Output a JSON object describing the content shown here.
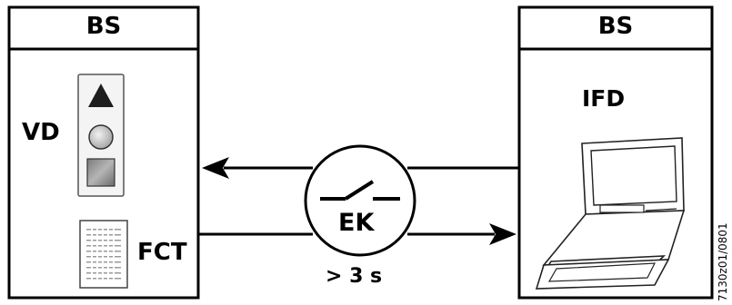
{
  "left_box": {
    "title": "BS",
    "vd_label": "VD",
    "fct_label": "FCT"
  },
  "right_box": {
    "title": "BS",
    "ifd_label": "IFD"
  },
  "switch": {
    "label": "EK",
    "duration": "> 3 s"
  },
  "figure_code": "7130z01/0801",
  "colors": {
    "stroke": "#000000",
    "background": "#ffffff"
  }
}
